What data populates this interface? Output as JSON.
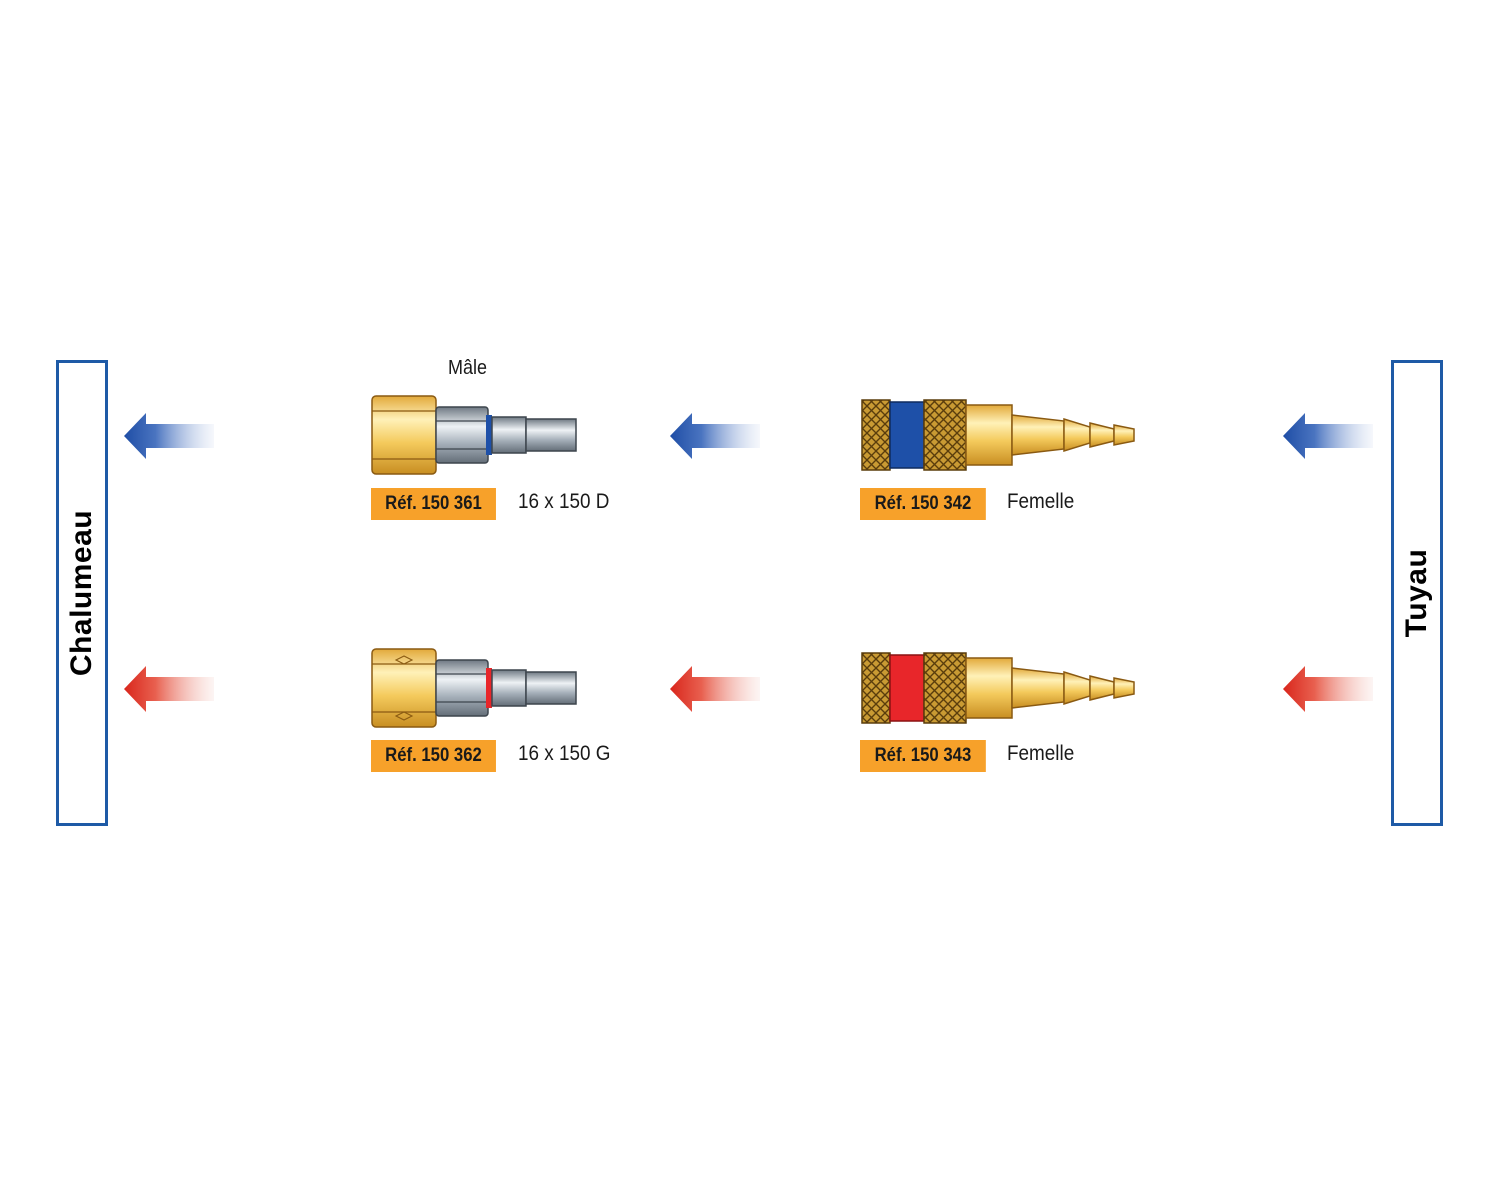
{
  "left_box": {
    "label": "Chalumeau"
  },
  "right_box": {
    "label": "Tuyau"
  },
  "male_heading": "Mâle",
  "rows": [
    {
      "color": "#1e50a8",
      "male": {
        "ref": "Réf. 150 361",
        "desc": "16 x 150 D"
      },
      "female": {
        "ref": "Réf. 150 342",
        "desc": "Femelle"
      }
    },
    {
      "color": "#e8262a",
      "male": {
        "ref": "Réf. 150 362",
        "desc": "16 x 150 G"
      },
      "female": {
        "ref": "Réf. 150 343",
        "desc": "Femelle"
      }
    }
  ],
  "colors": {
    "box_border": "#1e5aa6",
    "badge": "#f7a12a",
    "brass": "#f2c75a",
    "steel": "#a9b3bd"
  }
}
